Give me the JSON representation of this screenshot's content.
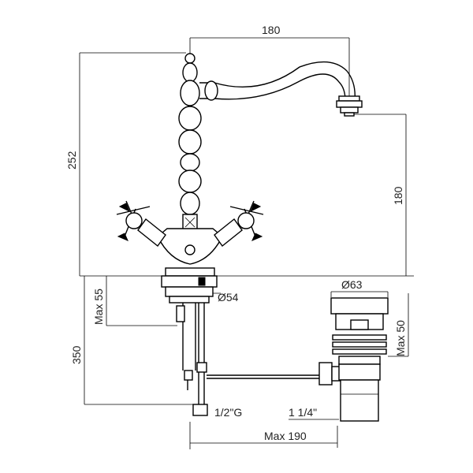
{
  "dimensions": {
    "spout_reach": "180",
    "total_height": "252",
    "spout_height": "180",
    "max_deck_thickness": "Max 55",
    "shank_diameter": "Ø54",
    "below_deck_length": "350",
    "connection_thread": "1/2\"G",
    "waste_thread": "1 1/4\"",
    "max_reach_below": "Max 190",
    "waste_diameter": "Ø63",
    "waste_max": "Max 50"
  }
}
